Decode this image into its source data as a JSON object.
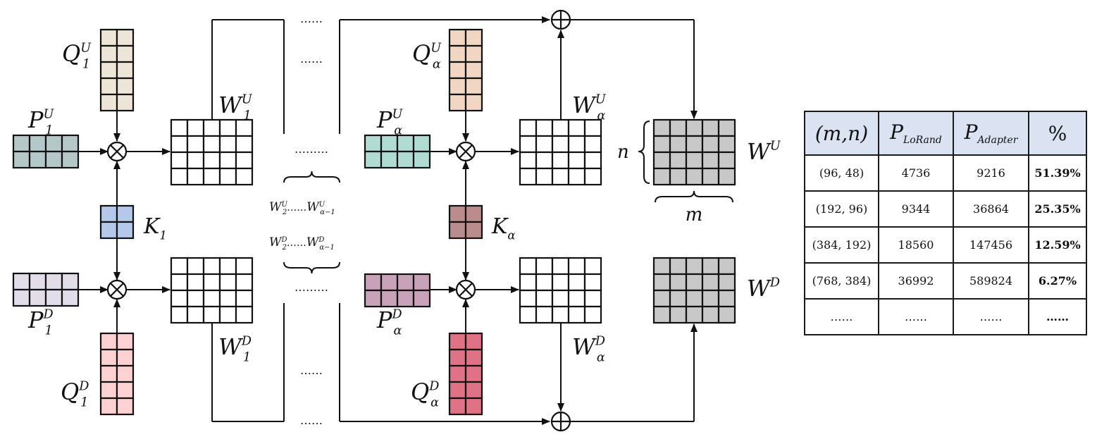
{
  "figure": {
    "left_branch": {
      "P_up": {
        "base": "P",
        "sub": "1",
        "sup": "U",
        "color": "#b5c8c9"
      },
      "Q_up": {
        "base": "Q",
        "sub": "1",
        "sup": "U",
        "color": "#ede6d6"
      },
      "K": {
        "base": "K",
        "sub": "1",
        "color": "#b4c9ea"
      },
      "P_down": {
        "base": "P",
        "sub": "1",
        "sup": "D",
        "color": "#e2dde9"
      },
      "Q_down": {
        "base": "Q",
        "sub": "1",
        "sup": "D",
        "color": "#fdd1d1"
      },
      "W_up": {
        "base": "W",
        "sub": "1",
        "sup": "U"
      },
      "W_down": {
        "base": "W",
        "sub": "1",
        "sup": "D"
      }
    },
    "right_branch": {
      "P_up": {
        "base": "P",
        "sub": "α",
        "sup": "U",
        "color": "#b0dcd4"
      },
      "Q_up": {
        "base": "Q",
        "sub": "α",
        "sup": "U",
        "color": "#f0d6c3"
      },
      "K": {
        "base": "K",
        "sub": "α",
        "color": "#ba8c8c"
      },
      "P_down": {
        "base": "P",
        "sub": "α",
        "sup": "D",
        "color": "#c8a2b8"
      },
      "Q_down": {
        "base": "Q",
        "sub": "α",
        "sup": "D",
        "color": "#df7285"
      },
      "W_up": {
        "base": "W",
        "sub": "α",
        "sup": "U"
      },
      "W_down": {
        "base": "W",
        "sub": "α",
        "sup": "D"
      }
    },
    "middle": {
      "dots": "……",
      "dots_long": "………",
      "range_up": {
        "start": "W",
        "start_sub": "2",
        "sup": "U",
        "sep": "……",
        "end": "W",
        "end_sub": "α−1"
      },
      "range_down": {
        "start": "W",
        "start_sub": "2",
        "sup": "D",
        "sep": "……",
        "end": "W",
        "end_sub": "α−1"
      }
    },
    "outputs": {
      "W_up": {
        "base": "W",
        "sup": "U",
        "color": "#c8c8c8"
      },
      "W_down": {
        "base": "W",
        "sup": "D",
        "color": "#c8c8c8"
      },
      "dim_n": "n",
      "dim_m": "m"
    },
    "operators": {
      "multiply": "⊗",
      "add": "⊕"
    }
  },
  "table": {
    "header_color": "#dbe2f2",
    "headers": [
      {
        "main": "(m,n)",
        "sub": ""
      },
      {
        "main": "P",
        "sub": "LoRand"
      },
      {
        "main": "P",
        "sub": "Adapter"
      },
      {
        "main": "%",
        "sub": ""
      }
    ],
    "rows": [
      [
        "(96, 48)",
        "4736",
        "9216",
        "51.39%"
      ],
      [
        "(192, 96)",
        "9344",
        "36864",
        "25.35%"
      ],
      [
        "(384, 192)",
        "18560",
        "147456",
        "12.59%"
      ],
      [
        "(768, 384)",
        "36992",
        "589824",
        "6.27%"
      ],
      [
        "……",
        "……",
        "……",
        "……"
      ]
    ]
  }
}
